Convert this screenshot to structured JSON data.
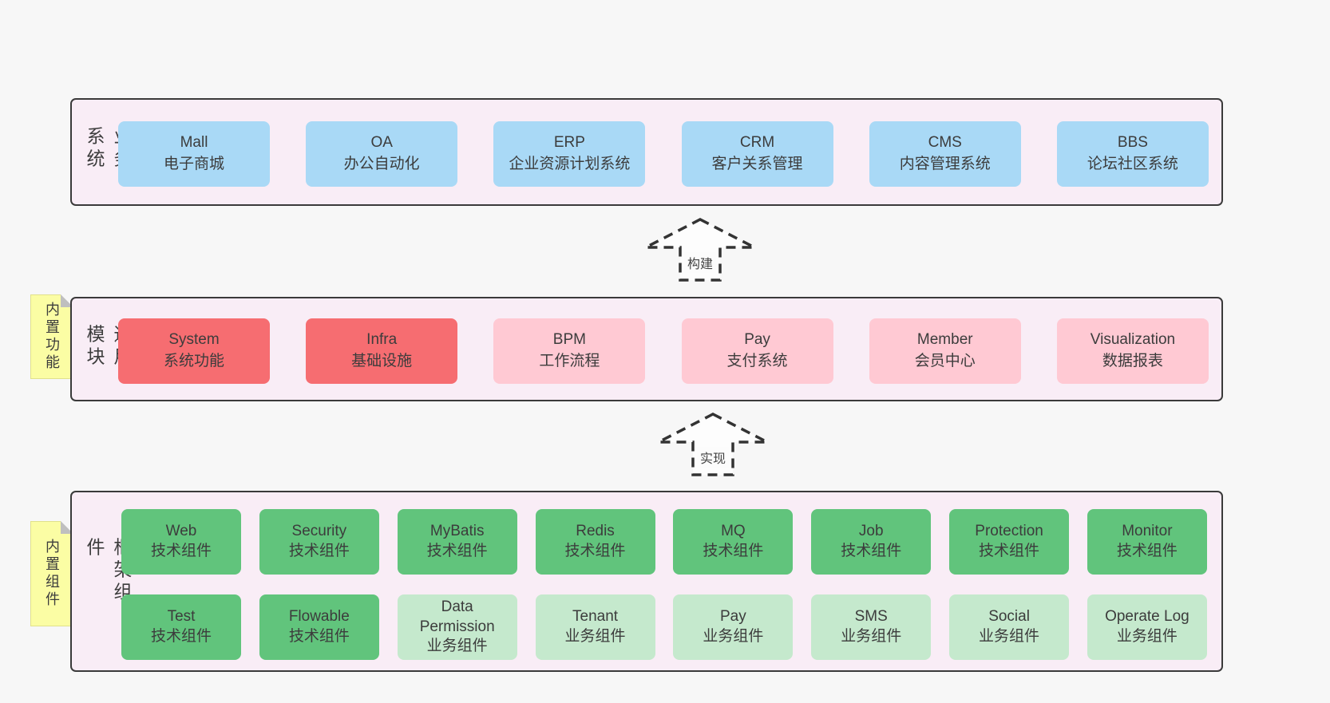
{
  "colors": {
    "page_bg": "#f7f7f7",
    "band_bg": "#f9edf6",
    "band_border": "#3a3a3a",
    "text": "#3c3c3c",
    "blue": "#a9d9f6",
    "red": "#f66d71",
    "pink": "#ffc9d3",
    "green": "#61c47c",
    "light_green": "#c5e9cd",
    "sticky": "#fbfda4"
  },
  "arrows": [
    {
      "label": "构建"
    },
    {
      "label": "实现"
    }
  ],
  "bands": [
    {
      "label": "业务系统",
      "rows": [
        [
          {
            "title": "Mall",
            "subtitle": "电子商城",
            "variant": "blue"
          },
          {
            "title": "OA",
            "subtitle": "办公自动化",
            "variant": "blue"
          },
          {
            "title": "ERP",
            "subtitle": "企业资源计划系统",
            "variant": "blue"
          },
          {
            "title": "CRM",
            "subtitle": "客户关系管理",
            "variant": "blue"
          },
          {
            "title": "CMS",
            "subtitle": "内容管理系统",
            "variant": "blue"
          },
          {
            "title": "BBS",
            "subtitle": "论坛社区系统",
            "variant": "blue"
          }
        ]
      ]
    },
    {
      "label": "通用模块",
      "sticky": "内置功能",
      "rows": [
        [
          {
            "title": "System",
            "subtitle": "系统功能",
            "variant": "red"
          },
          {
            "title": "Infra",
            "subtitle": "基础设施",
            "variant": "red"
          },
          {
            "title": "BPM",
            "subtitle": "工作流程",
            "variant": "pink"
          },
          {
            "title": "Pay",
            "subtitle": "支付系统",
            "variant": "pink"
          },
          {
            "title": "Member",
            "subtitle": "会员中心",
            "variant": "pink"
          },
          {
            "title": "Visualization",
            "subtitle": "数据报表",
            "variant": "pink"
          }
        ]
      ]
    },
    {
      "label": "框架组件",
      "sticky": "内置组件",
      "rows": [
        [
          {
            "title": "Web",
            "subtitle": "技术组件",
            "variant": "green"
          },
          {
            "title": "Security",
            "subtitle": "技术组件",
            "variant": "green"
          },
          {
            "title": "MyBatis",
            "subtitle": "技术组件",
            "variant": "green"
          },
          {
            "title": "Redis",
            "subtitle": "技术组件",
            "variant": "green"
          },
          {
            "title": "MQ",
            "subtitle": "技术组件",
            "variant": "green"
          },
          {
            "title": "Job",
            "subtitle": "技术组件",
            "variant": "green"
          },
          {
            "title": "Protection",
            "subtitle": "技术组件",
            "variant": "green"
          },
          {
            "title": "Monitor",
            "subtitle": "技术组件",
            "variant": "green"
          }
        ],
        [
          {
            "title": "Test",
            "subtitle": "技术组件",
            "variant": "green"
          },
          {
            "title": "Flowable",
            "subtitle": "技术组件",
            "variant": "green"
          },
          {
            "title": "Data Permission",
            "subtitle": "业务组件",
            "variant": "light_green"
          },
          {
            "title": "Tenant",
            "subtitle": "业务组件",
            "variant": "light_green"
          },
          {
            "title": "Pay",
            "subtitle": "业务组件",
            "variant": "light_green"
          },
          {
            "title": "SMS",
            "subtitle": "业务组件",
            "variant": "light_green"
          },
          {
            "title": "Social",
            "subtitle": "业务组件",
            "variant": "light_green"
          },
          {
            "title": "Operate Log",
            "subtitle": "业务组件",
            "variant": "light_green"
          }
        ]
      ]
    }
  ]
}
